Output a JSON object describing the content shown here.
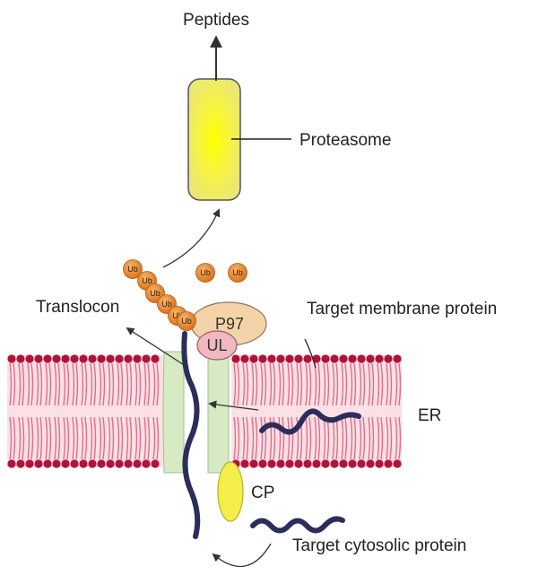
{
  "labels": {
    "peptides": "Peptides",
    "proteasome": "Proteasome",
    "translocon": "Translocon",
    "target_membrane_protein": "Target membrane protein",
    "er": "ER",
    "cp": "CP",
    "target_cytosolic_protein": "Target cytosolic protein",
    "p97": "P97",
    "ul": "UL",
    "ub": "Ub"
  },
  "colors": {
    "proteasome_fill": "#f2ef33",
    "proteasome_core": "#ffff00",
    "ubiquitin": "#e8892e",
    "p97": "#f5d3a8",
    "ul": "#f2b8c0",
    "translocon": "#d6ebc4",
    "cp": "#f4ee4a",
    "lipid_head": "#b0123a",
    "lipid_tail": "#e46b8a",
    "membrane_bg": "#f7c9cf",
    "protein_chain": "#2b2e5a"
  }
}
